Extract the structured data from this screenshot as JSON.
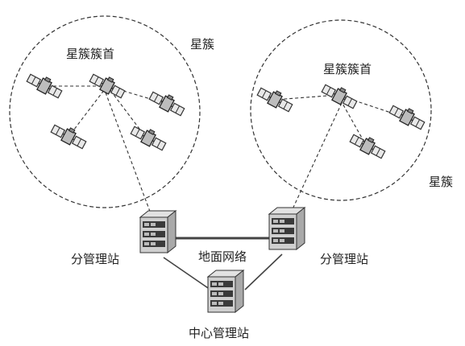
{
  "cluster_left": {
    "head_label": "星簇簇首",
    "cluster_label": "星簇"
  },
  "cluster_right": {
    "head_label": "星簇簇首",
    "cluster_label": "星簇"
  },
  "station_left": {
    "label": "分管理站"
  },
  "station_right": {
    "label": "分管理站"
  },
  "station_center": {
    "label": "中心管理站"
  },
  "ground_network": {
    "label": "地面网络"
  },
  "colors": {
    "line": "#333333",
    "server_body": "#cfcfcf",
    "server_dark": "#3a3a3a"
  }
}
